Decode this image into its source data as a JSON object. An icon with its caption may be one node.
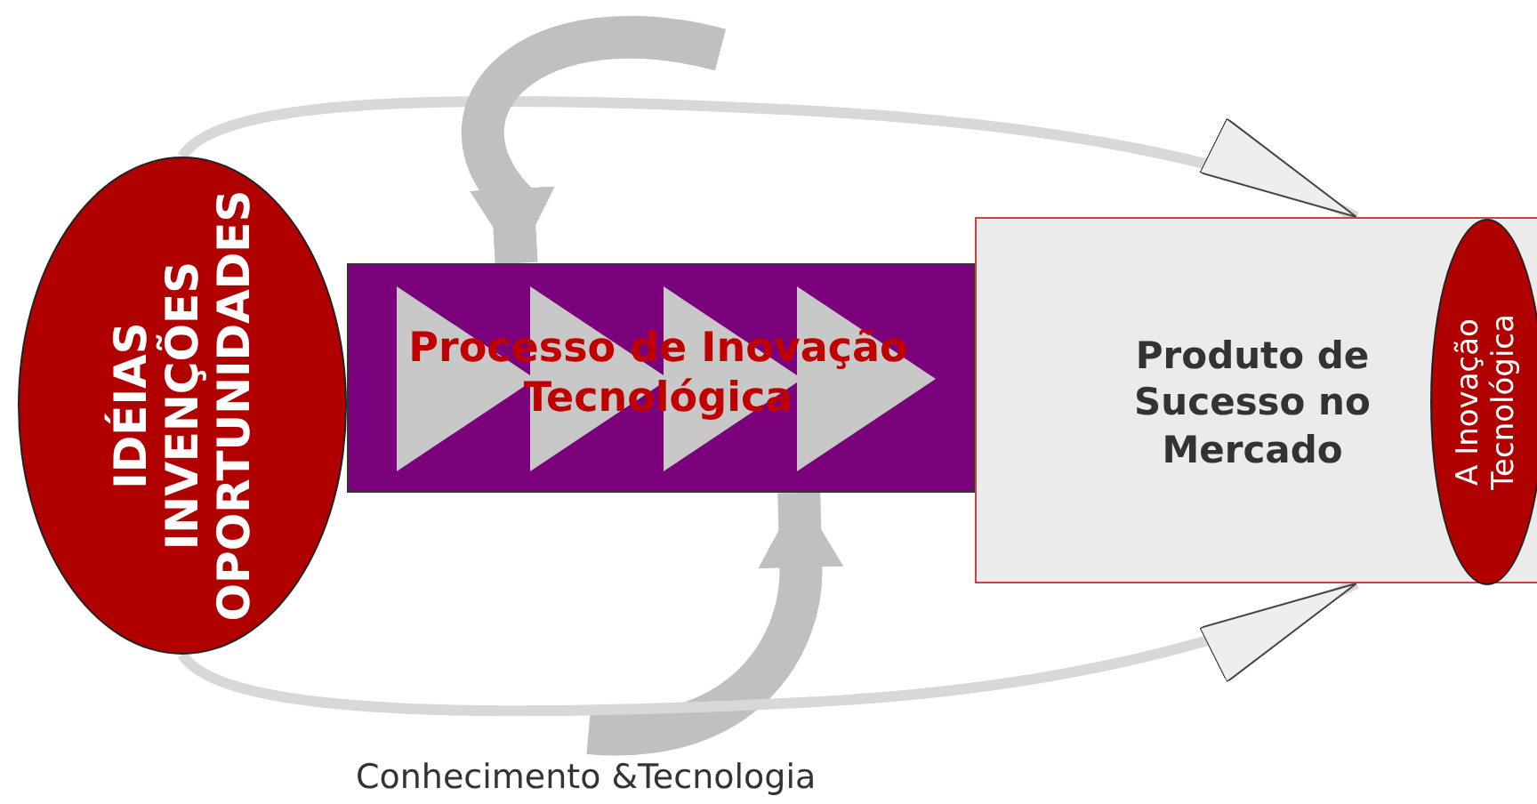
{
  "diagram": {
    "nodes": [
      {
        "text": [
          "IDÉIAS INVENÇÕES OPORTUNIDADES"
        ]
      },
      {
        "text": [
          "Processo de Inovação Tecnológica"
        ]
      },
      {
        "text": [
          "Produto de Sucesso no Mercado"
        ]
      },
      {
        "text": [
          "A Inovação Tecnológica"
        ],
        "in": 2
      },
      {
        "text": [
          "Conhecimento &Tecnologia"
        ]
      }
    ],
    "edges": [
      {
        "from": 0,
        "to": 2,
        "arrow": "to"
      },
      {
        "from": null,
        "to": 1,
        "arrow": "to",
        "style": "thick"
      },
      {
        "from": 4,
        "to": 1,
        "arrow": "to",
        "style": "thick"
      },
      {
        "from": 0,
        "to": 2,
        "arrow": "to"
      }
    ]
  }
}
